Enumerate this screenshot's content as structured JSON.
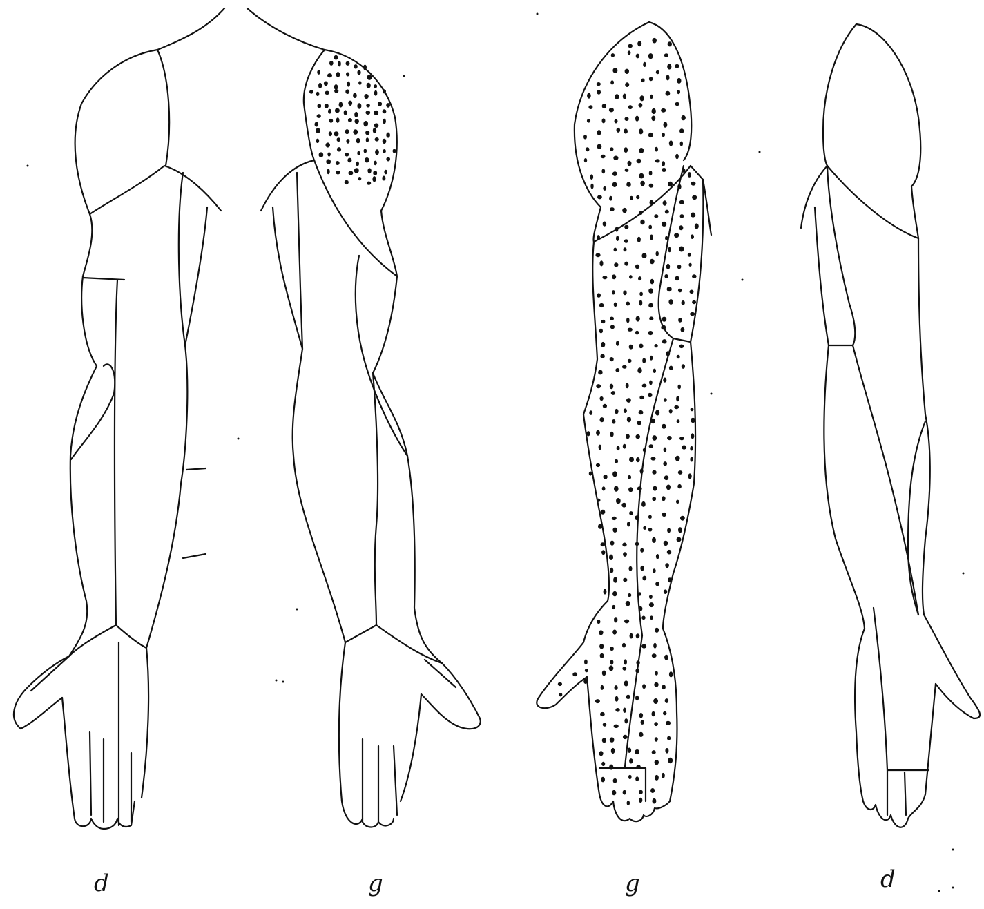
{
  "figure": {
    "views": [
      {
        "id": "front-right-arm",
        "label": "d",
        "shaded": false
      },
      {
        "id": "front-left-arm",
        "label": "g",
        "shaded": true
      },
      {
        "id": "back-left-arm",
        "label": "g",
        "shaded": true
      },
      {
        "id": "back-right-arm",
        "label": "d",
        "shaded": false
      }
    ],
    "colors": {
      "line": "#111111",
      "dot": "#111111",
      "background": "#ffffff"
    }
  }
}
